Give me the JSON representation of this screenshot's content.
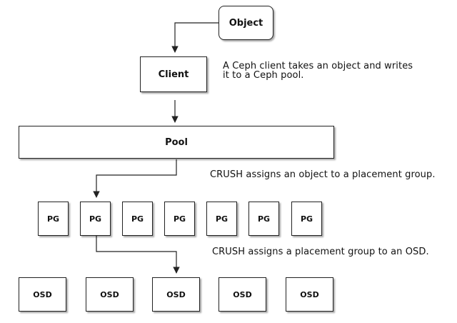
{
  "nodes": {
    "object": "Object",
    "client": "Client",
    "pool": "Pool",
    "pgs": [
      "PG",
      "PG",
      "PG",
      "PG",
      "PG",
      "PG",
      "PG"
    ],
    "osds": [
      "OSD",
      "OSD",
      "OSD",
      "OSD",
      "OSD"
    ]
  },
  "notes": {
    "client_line1": "A Ceph client takes an object and writes",
    "client_line2": "it to a Ceph pool.",
    "crush_pg": "CRUSH assigns an object to a placement group.",
    "crush_osd": "CRUSH assigns a placement group to an OSD."
  },
  "colors": {
    "stroke": "#222222",
    "fill": "#ffffff",
    "text": "#111111"
  }
}
